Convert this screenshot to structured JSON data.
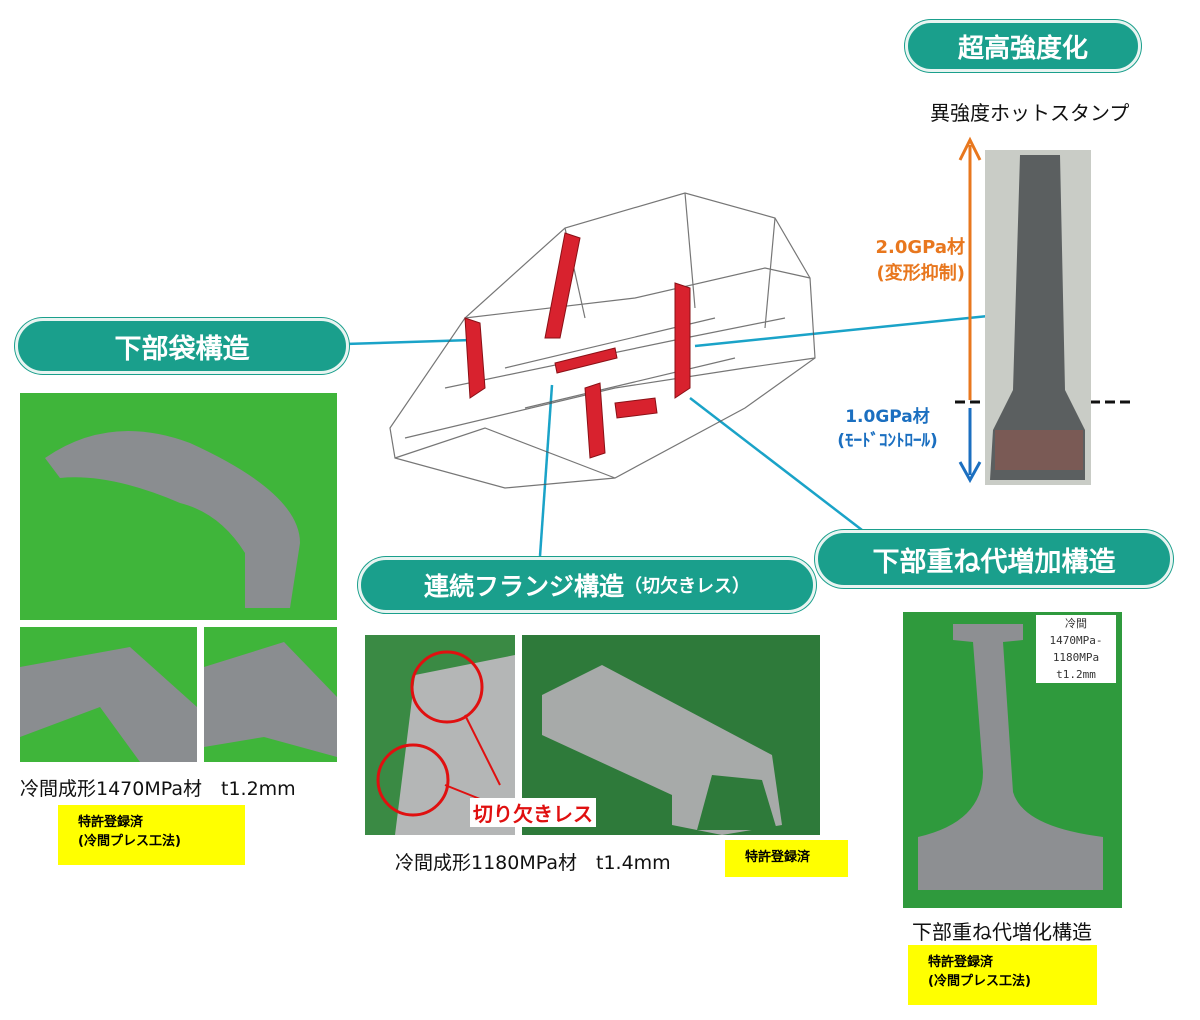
{
  "labels": {
    "ultra_high_strength": "超高強度化",
    "hot_stamp": "異強度ホットスタンプ",
    "grade_2g": "2.0GPa材",
    "grade_2g_note": "(変形抑制)",
    "grade_1g": "1.0GPa材",
    "grade_1g_note": "(ﾓｰﾄﾞｺﾝﾄﾛｰﾙ)",
    "lower_bag": "下部袋構造",
    "continuous_flange": "連続フランジ構造",
    "continuous_flange_note": "（切欠きレス）",
    "lower_overlap": "下部重ね代増加構造"
  },
  "left_panel": {
    "caption": "冷間成形1470MPa材　t1.2mm",
    "badge_line1": "特許登録済",
    "badge_line2": "(冷間プレス工法)"
  },
  "middle_panel": {
    "callout": "切り欠きレス",
    "caption": "冷間成形1180MPa材　t1.4mm",
    "badge": "特許登録済"
  },
  "right_panel": {
    "spec": [
      "冷間",
      "1470MPa-",
      "1180MPa",
      "t1.2mm"
    ],
    "caption": "下部重ね代増化構造",
    "badge_line1": "特許登録済",
    "badge_line2": "(冷間プレス工法)"
  },
  "colors": {
    "teal": "#1a9f8c",
    "orange": "#e8771e",
    "blue": "#1b6fc0",
    "line": "#1aa3c8",
    "red": "#d8222e"
  }
}
